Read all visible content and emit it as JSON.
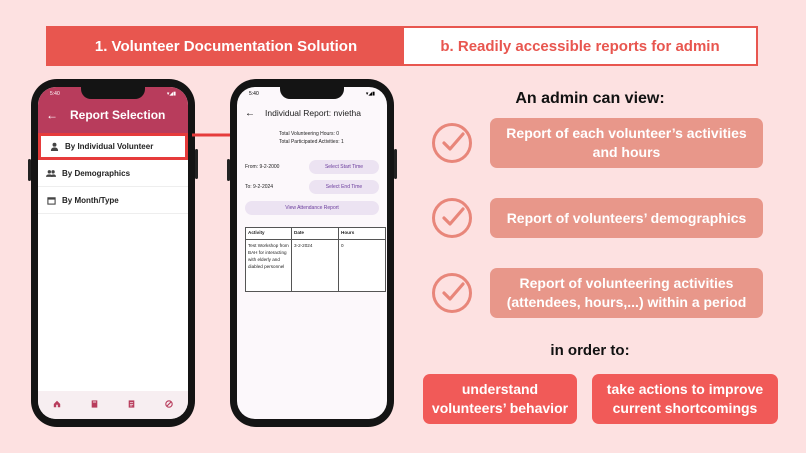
{
  "banner": {
    "left": "1. Volunteer Documentation Solution",
    "right": "b. Readily accessible reports for admin"
  },
  "phone1": {
    "time": "5:40",
    "title": "Report Selection",
    "items": [
      {
        "label": "By Individual Volunteer",
        "icon": "person-icon"
      },
      {
        "label": "By Demographics",
        "icon": "people-icon"
      },
      {
        "label": "By Month/Type",
        "icon": "calendar-icon"
      }
    ],
    "bottom_nav": [
      "home-icon",
      "book-icon",
      "document-icon",
      "settings-icon"
    ]
  },
  "phone2": {
    "time": "5:40",
    "title": "Individual Report: nvietha",
    "total_hours": "Total Volunteering Hours: 0",
    "total_activities": "Total Participated Activities: 1",
    "from_label": "From: 9-2-2000",
    "to_label": "To: 9-2-2024",
    "start_button": "Select Start Time",
    "end_button": "Select End Time",
    "view_button": "View Attendance Report",
    "table": {
      "headers": [
        "Activity",
        "Date",
        "Hours"
      ],
      "rows": [
        [
          "Test Workshop from BAH for interacting with elderly and diabled personnel",
          "3-2-2024",
          "0"
        ]
      ]
    }
  },
  "right": {
    "title": "An admin can view:",
    "cards": [
      "Report of each volunteer’s activities and hours",
      "Report of volunteers’ demographics",
      "Report of volunteering activities (attendees, hours,...) within a period"
    ],
    "order_title": "in order to:",
    "goals": [
      "understand volunteers’ behavior",
      "take actions to improve current shortcomings"
    ]
  },
  "colors": {
    "background": "#fde1e1",
    "accent": "#e8564f",
    "card": "#e8978a",
    "goal": "#f15a58",
    "app_primary": "#b83c5c"
  }
}
